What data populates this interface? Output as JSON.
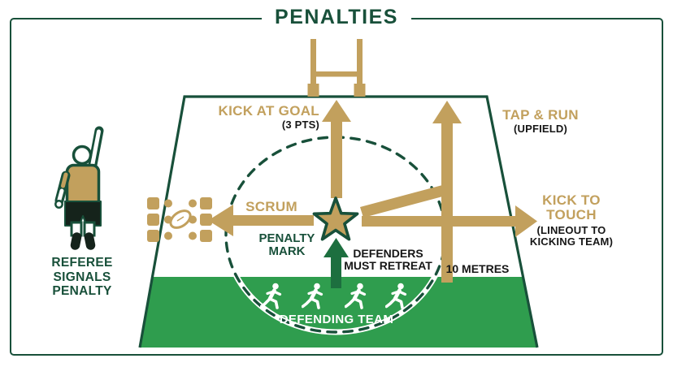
{
  "title": "PENALTIES",
  "colors": {
    "dark_green": "#18503A",
    "field_green": "#2F9D4E",
    "gold": "#C2A05D",
    "retreat_arrow_green": "#1D6F3F",
    "text_black": "#161616",
    "white": "#FFFFFF"
  },
  "referee": {
    "label": "REFEREE SIGNALS PENALTY"
  },
  "options": {
    "kick_at_goal": {
      "label": "KICK AT GOAL",
      "sub": "(3 PTS)"
    },
    "tap_and_run": {
      "label": "TAP & RUN",
      "sub": "(UPFIELD)"
    },
    "kick_to_touch": {
      "label": "KICK TO TOUCH",
      "sub": "(LINEOUT TO KICKING TEAM)"
    },
    "scrum": {
      "label": "SCRUM"
    }
  },
  "field": {
    "penalty_mark_label": "PENALTY MARK",
    "defenders_label": "DEFENDERS MUST RETREAT",
    "distance_label": "10 METRES",
    "defending_team_label": "DEFENDING TEAM"
  },
  "icons": {
    "referee": "referee-raised-arm-icon",
    "goal_posts": "rugby-goal-posts-icon",
    "star": "penalty-mark-star-icon",
    "scrum": "scrum-packs-ball-icon",
    "runners": "running-player-icon",
    "circle": "ten-metre-dashed-circle"
  }
}
